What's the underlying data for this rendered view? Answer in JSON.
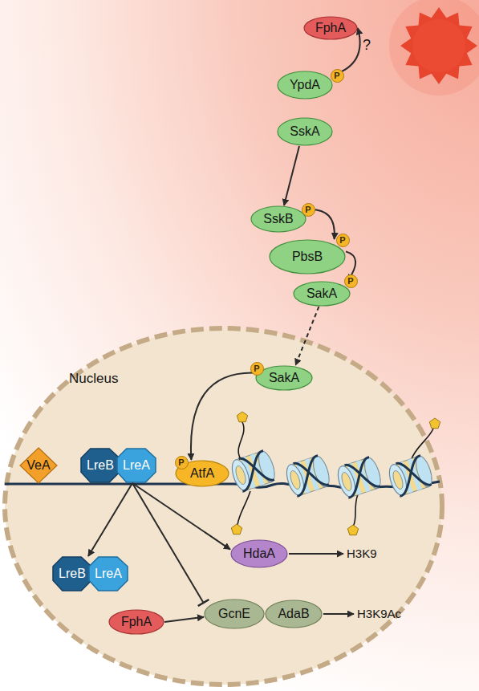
{
  "diagram": {
    "nodes": [
      {
        "text": [
          "FphA"
        ]
      },
      {
        "text": [
          "YpdA"
        ]
      },
      {
        "text": [
          "SskA"
        ]
      },
      {
        "text": [
          "SskB"
        ]
      },
      {
        "text": [
          "PbsB"
        ]
      },
      {
        "text": [
          "SakA"
        ]
      },
      {
        "text": [
          "Nucleus"
        ]
      },
      {
        "text": [
          "SakA"
        ],
        "in": 6
      },
      {
        "text": [
          "VeA"
        ],
        "in": 6
      },
      {
        "text": [
          "LreB"
        ],
        "in": 6
      },
      {
        "text": [
          "LreA"
        ],
        "in": 6
      },
      {
        "text": [
          "AtfA"
        ],
        "in": 6
      },
      {
        "text": [
          "LreB"
        ],
        "in": 6
      },
      {
        "text": [
          "LreA"
        ],
        "in": 6
      },
      {
        "text": [
          "HdaA"
        ],
        "in": 6
      },
      {
        "text": [
          "FphA"
        ],
        "in": 6
      },
      {
        "text": [
          "GcnE"
        ],
        "in": 6
      },
      {
        "text": [
          "AdaB"
        ],
        "in": 6
      }
    ],
    "edges": [
      {
        "from": 1,
        "to": 0,
        "arrow": "to",
        "label": "?"
      },
      {
        "from": 2,
        "to": 3,
        "arrow": "to"
      },
      {
        "from": 3,
        "to": 4,
        "arrow": "to"
      },
      {
        "from": 4,
        "to": 5,
        "arrow": "to"
      },
      {
        "from": 5,
        "to": 7,
        "arrow": "to"
      },
      {
        "from": 7,
        "to": 11,
        "arrow": "to"
      },
      {
        "from": 10,
        "to": 12,
        "arrow": "to"
      },
      {
        "from": 10,
        "to": 16,
        "arrow": "to"
      },
      {
        "from": 10,
        "to": 14,
        "arrow": "to"
      },
      {
        "from": 15,
        "to": 16,
        "arrow": "to"
      }
    ],
    "labels": [
      "P",
      "P",
      "P",
      "P",
      "P",
      "P",
      "H3K9",
      "H3K9Ac"
    ]
  }
}
